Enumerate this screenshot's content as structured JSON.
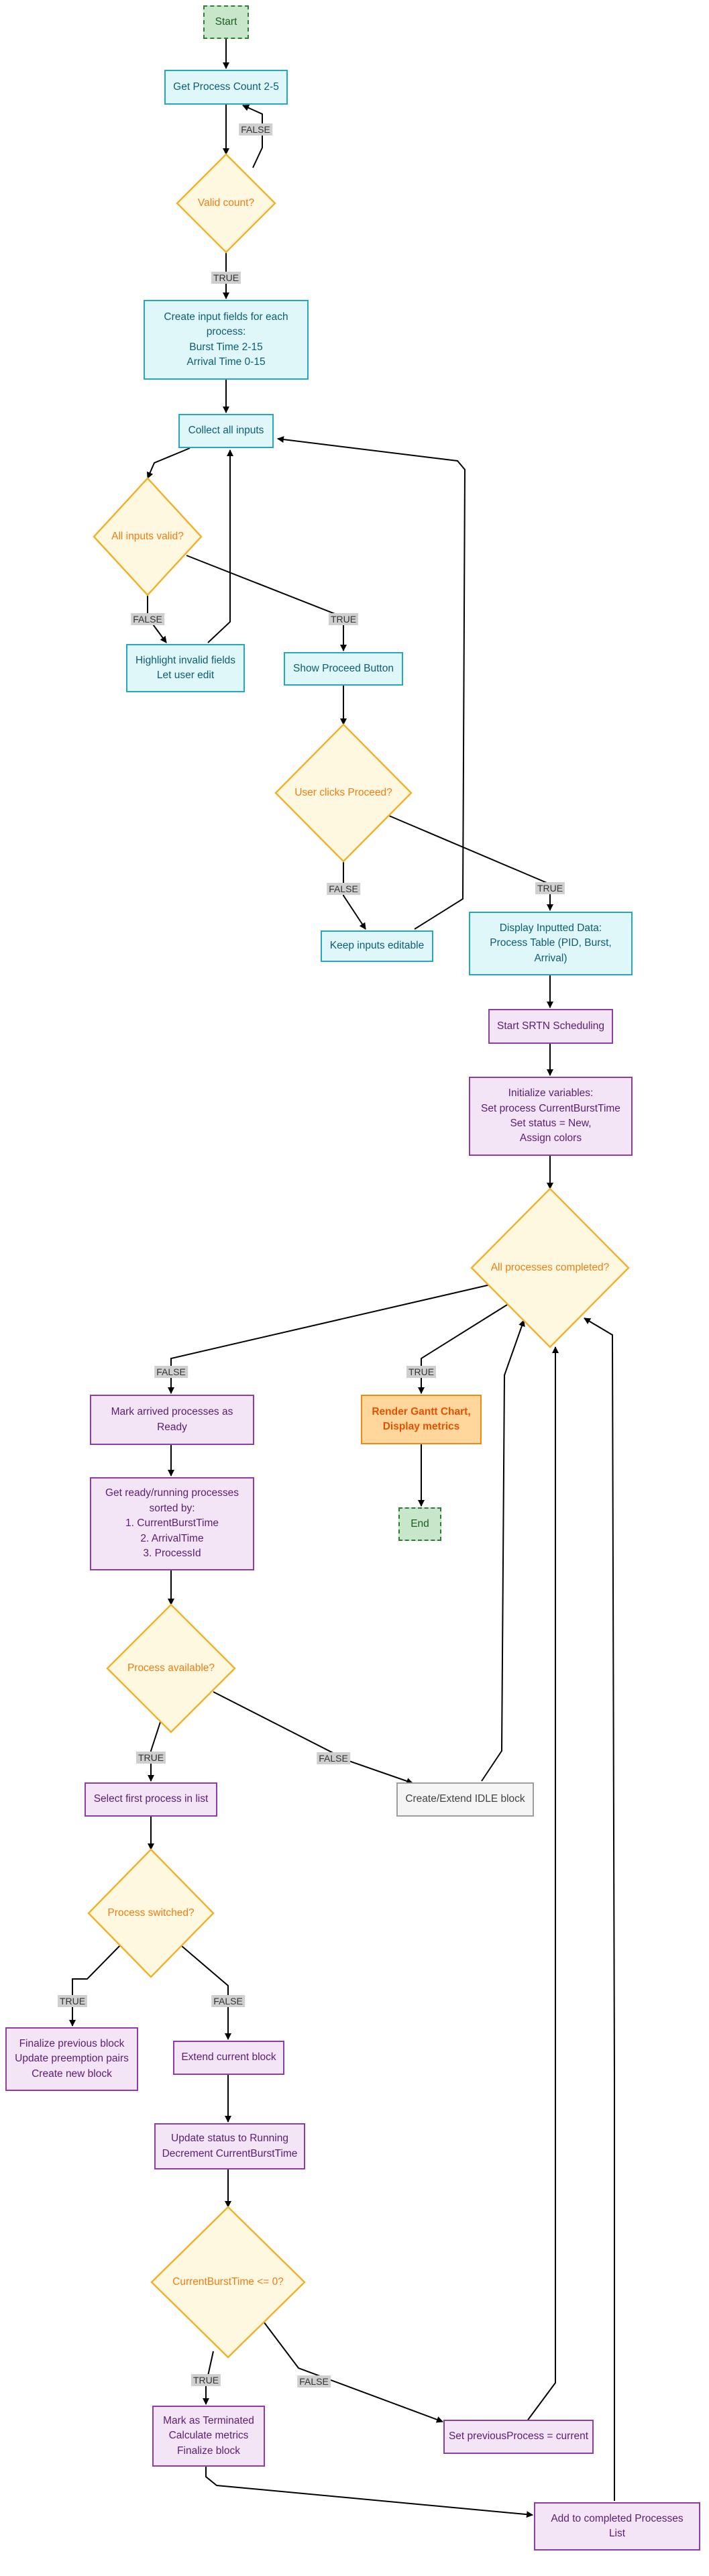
{
  "colors": {
    "process_fill": "#e0f7fa",
    "process_border": "#26a5c4",
    "schedule_fill": "#f3e5f5",
    "schedule_border": "#8e3ca6",
    "decision_fill": "#fff8e1",
    "decision_border": "#f2b12c",
    "decision_text": "#ef7d14",
    "terminal_fill": "#c8e6c9",
    "terminal_border": "#2e7d32",
    "render_fill": "#ffd79d",
    "render_border": "#ef8b12",
    "idle_fill": "#f5f5f5",
    "idle_border": "#9e9e9e",
    "arrow": "#000000",
    "edge_label_bg": "#cfcfcf"
  },
  "nodes": {
    "start": {
      "lines": [
        "Start"
      ]
    },
    "get_count": {
      "lines": [
        "Get Process Count 2-5"
      ]
    },
    "valid_count": {
      "lines": [
        "Valid count?"
      ]
    },
    "create_fields": {
      "lines": [
        "Create input fields for each",
        "process:",
        "Burst Time 2-15",
        "Arrival Time 0-15"
      ]
    },
    "collect_inputs": {
      "lines": [
        "Collect all inputs"
      ]
    },
    "inputs_valid": {
      "lines": [
        "All inputs valid?"
      ]
    },
    "highlight_invalid": {
      "lines": [
        "Highlight invalid fields",
        "Let user edit"
      ]
    },
    "show_proceed": {
      "lines": [
        "Show Proceed Button"
      ]
    },
    "user_clicks": {
      "lines": [
        "User clicks Proceed?"
      ]
    },
    "keep_editable": {
      "lines": [
        "Keep inputs editable"
      ]
    },
    "display_data": {
      "lines": [
        "Display Inputted Data:",
        "Process Table (PID, Burst,",
        "Arrival)"
      ]
    },
    "start_srtn": {
      "lines": [
        "Start SRTN Scheduling"
      ]
    },
    "init_vars": {
      "lines": [
        "Initialize variables:",
        "Set process CurrentBurstTime",
        "Set status =  New,",
        "Assign colors"
      ]
    },
    "all_completed": {
      "lines": [
        "All processes completed?"
      ]
    },
    "mark_arrived": {
      "lines": [
        "Mark arrived processes as",
        "Ready"
      ]
    },
    "render_gantt": {
      "lines": [
        "Render Gantt Chart,",
        "Display metrics"
      ]
    },
    "end": {
      "lines": [
        "End"
      ]
    },
    "get_ready": {
      "lines": [
        "Get ready/running processes",
        "sorted by:",
        "1. CurrentBurstTime",
        "2. ArrivalTime",
        "3. ProcessId"
      ]
    },
    "process_available": {
      "lines": [
        "Process available?"
      ]
    },
    "select_first": {
      "lines": [
        "Select first process in list"
      ]
    },
    "idle_block": {
      "lines": [
        "Create/Extend IDLE block"
      ]
    },
    "process_switched": {
      "lines": [
        "Process switched?"
      ]
    },
    "finalize_prev": {
      "lines": [
        "Finalize previous block",
        "Update preemption pairs",
        "Create new block"
      ]
    },
    "extend_block": {
      "lines": [
        "Extend current block"
      ]
    },
    "update_status": {
      "lines": [
        "Update status to Running",
        "Decrement CurrentBurstTime"
      ]
    },
    "burst_zero": {
      "lines": [
        "CurrentBurstTime <= 0?"
      ]
    },
    "mark_terminated": {
      "lines": [
        "Mark as Terminated",
        "Calculate metrics",
        "Finalize block"
      ]
    },
    "set_previous": {
      "lines": [
        "Set previousProcess = current"
      ]
    },
    "add_completed": {
      "lines": [
        "Add to completed Processes",
        "List"
      ]
    }
  },
  "edge_labels": {
    "count_false": "FALSE",
    "count_true": "TRUE",
    "inputs_false": "FALSE",
    "inputs_true": "TRUE",
    "proceed_false": "FALSE",
    "proceed_true": "TRUE",
    "completed_false": "FALSE",
    "completed_true": "TRUE",
    "available_true": "TRUE",
    "available_false": "FALSE",
    "switched_true": "TRUE",
    "switched_false": "FALSE",
    "burst_true": "TRUE",
    "burst_false": "FALSE"
  }
}
